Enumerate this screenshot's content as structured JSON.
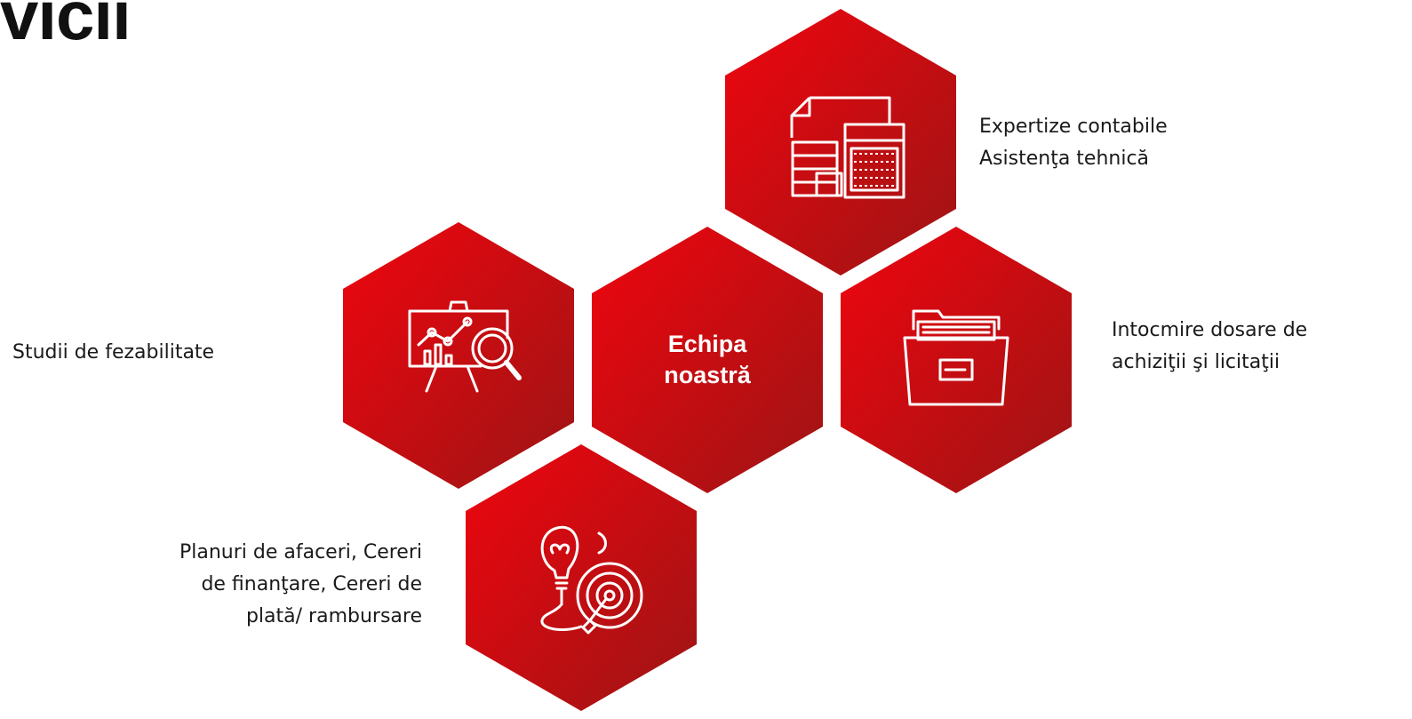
{
  "title": "vicii",
  "colors": {
    "hex_light": "#e8050f",
    "hex_dark": "#9e1414",
    "icon_stroke": "#ffffff"
  },
  "center": {
    "line1": "Echipa",
    "line2": "noastră"
  },
  "services": {
    "accounting": {
      "icon": "accounting-documents-calculator-icon",
      "line1": "Expertize contabile",
      "line2": "Asistenţa tehnică"
    },
    "feasibility": {
      "icon": "presentation-chart-magnifier-icon",
      "line1": "Studii de fezabilitate"
    },
    "tenders": {
      "icon": "open-folder-documents-icon",
      "line1": "Intocmire dosare de",
      "line2": "achiziţii şi licitaţii"
    },
    "business": {
      "icon": "lightbulb-target-icon",
      "line1": "Planuri de afaceri, Cereri",
      "line2": "de finanţare, Cereri de",
      "line3": "plată/ rambursare"
    }
  }
}
